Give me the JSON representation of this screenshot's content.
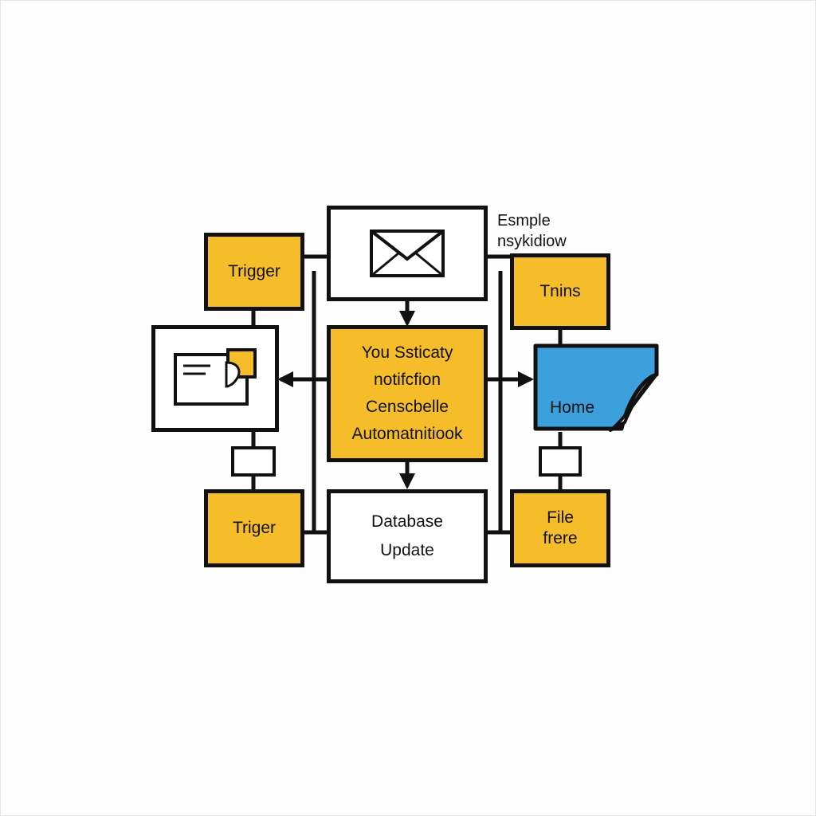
{
  "caption": {
    "line1": "Esmple",
    "line2": "nsykidiow"
  },
  "nodes": {
    "trigger_top": {
      "label": "Trigger"
    },
    "trigger_bottom": {
      "label": "Triger"
    },
    "center": {
      "lines": [
        "You Ssticaty",
        "notifcfion",
        "Censcbelle",
        "Automatnitiook"
      ]
    },
    "database": {
      "lines": [
        "Database",
        "Update"
      ]
    },
    "trains": {
      "label": "Tnins"
    },
    "home": {
      "label": "Home"
    },
    "file": {
      "lines": [
        "File",
        "frere"
      ]
    }
  },
  "icons": {
    "email": "envelope-icon",
    "message_card": "message-card-icon",
    "home_document": "folded-document-icon"
  },
  "colors": {
    "yellow": "#f5bd2a",
    "blue": "#3ca0dc",
    "line": "#111111"
  }
}
